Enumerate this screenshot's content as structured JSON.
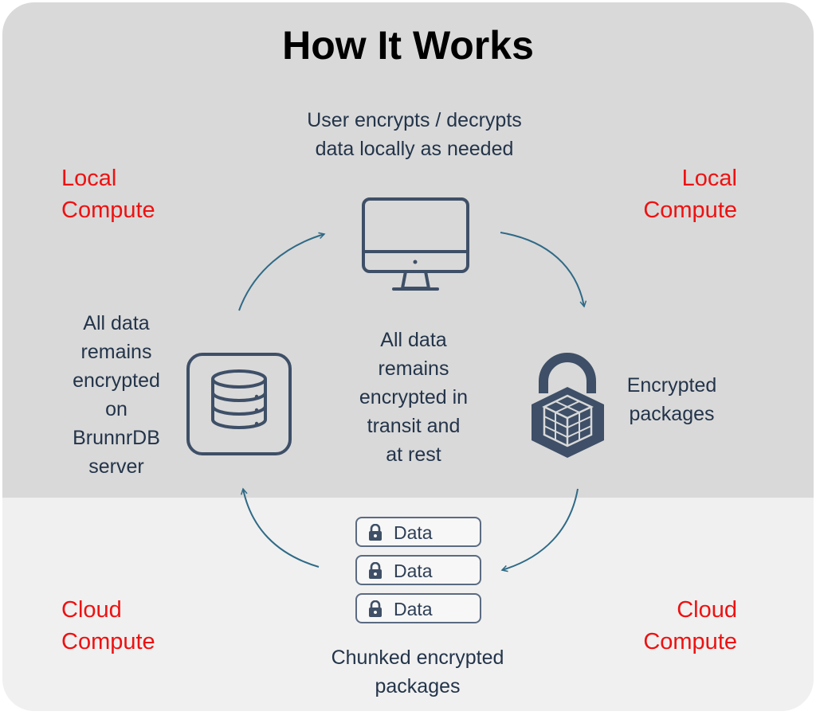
{
  "title": "How It Works",
  "top_caption": [
    "User encrypts / decrypts",
    "data locally as needed"
  ],
  "center_caption": [
    "All data",
    "remains",
    "encrypted in",
    "transit and",
    "at rest"
  ],
  "left_caption": [
    "All data",
    "remains",
    "encrypted",
    "on",
    "BrunnrDB",
    "server"
  ],
  "right_caption": [
    "Encrypted",
    "packages"
  ],
  "bottom_caption": [
    "Chunked encrypted",
    "packages"
  ],
  "zones": {
    "top_left": [
      "Local",
      "Compute"
    ],
    "top_right": [
      "Local",
      "Compute"
    ],
    "bottom_left": [
      "Cloud",
      "Compute"
    ],
    "bottom_right": [
      "Cloud",
      "Compute"
    ]
  },
  "chunks": [
    {
      "label": "Data"
    },
    {
      "label": "Data"
    },
    {
      "label": "Data"
    }
  ],
  "icons": {
    "computer": "monitor-icon",
    "database": "database-icon",
    "encrypted_package": "padlock-cube-icon",
    "chunk_lock": "lock-icon"
  },
  "colors": {
    "zone_label": "#ee1111",
    "text": "#23344a",
    "icon": "#3e4f67",
    "arrow": "#2f6a86",
    "local_band": "#d9d9d9",
    "cloud_band": "#f0f0f0"
  }
}
